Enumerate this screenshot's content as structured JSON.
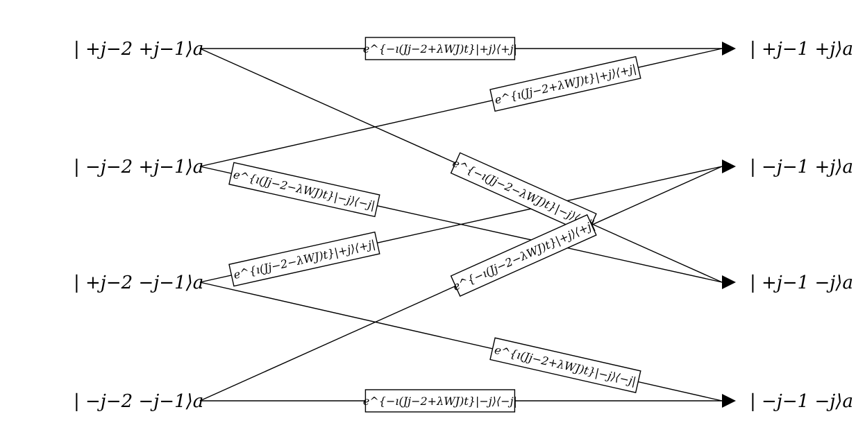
{
  "nodes": {
    "left": [
      "| +j−2 +j−1⟩a",
      "| −j−2 +j−1⟩a",
      "| +j−2 −j−1⟩a",
      "| −j−2 −j−1⟩a"
    ],
    "right": [
      "| +j−1 +j⟩a",
      "| −j−1 +j⟩a",
      "| +j−1 −j⟩a",
      "| −j−1 −j⟩a"
    ]
  },
  "transitions": [
    {
      "from": 0,
      "to": 0,
      "label": "e^{−ı(Jj−2+λWJ)t}|+j⟩⟨+j|"
    },
    {
      "from": 1,
      "to": 0,
      "label": "e^{ı(Jj−2+λWJ)t}|+j⟩⟨+j|"
    },
    {
      "from": 0,
      "to": 2,
      "label": "e^{−ı(Jj−2−λWJ)t}|−j⟩⟨−j|"
    },
    {
      "from": 1,
      "to": 2,
      "label": "e^{ı(Jj−2−λWJ)t}|−j⟩⟨−j|"
    },
    {
      "from": 2,
      "to": 1,
      "label": "e^{ı(Jj−2−λWJ)t}|+j⟩⟨+j|"
    },
    {
      "from": 3,
      "to": 1,
      "label": "e^{−ı(Jj−2−λWJ)t}|+j⟩⟨+j|"
    },
    {
      "from": 2,
      "to": 3,
      "label": "e^{ı(Jj−2+λWJ)t}|−j⟩⟨−j|"
    },
    {
      "from": 3,
      "to": 3,
      "label": "e^{−ı(Jj−2+λWJ)t}|−j⟩⟨−j|"
    }
  ]
}
